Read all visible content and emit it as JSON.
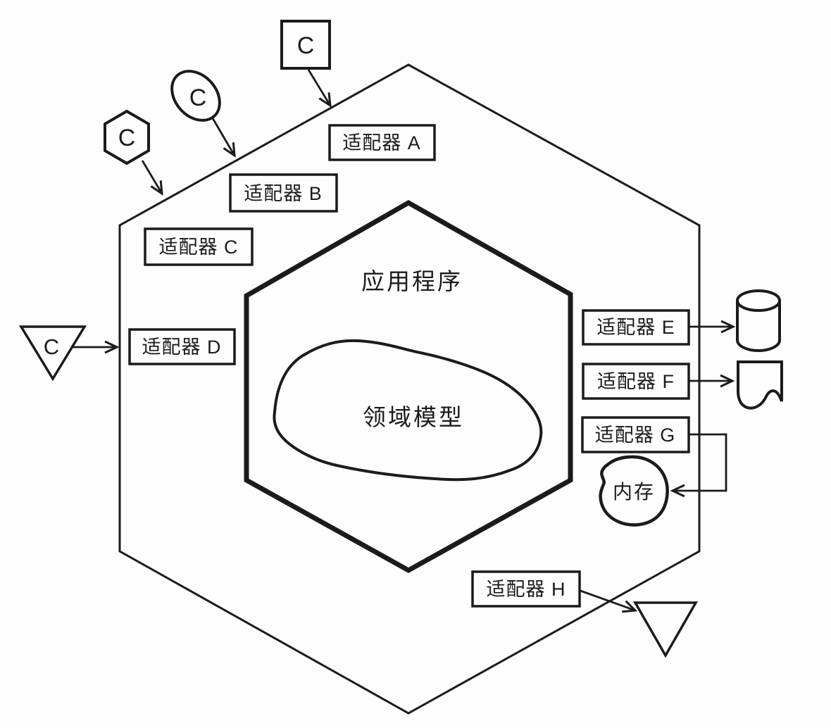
{
  "page": {
    "background": "#fdfdfd",
    "ink": "#1b1b1b"
  },
  "diagram": {
    "inner_hexagon_label": "应用程序",
    "domain_model_label": "领域模型",
    "memory_label": "内存",
    "adapters": [
      {
        "label": "适配器 A"
      },
      {
        "label": "适配器 B"
      },
      {
        "label": "适配器 C"
      },
      {
        "label": "适配器 D"
      },
      {
        "label": "适配器 E"
      },
      {
        "label": "适配器 F"
      },
      {
        "label": "适配器 G"
      },
      {
        "label": "适配器 H"
      }
    ],
    "client_markers": {
      "square": "C",
      "ellipse": "C",
      "hexagon": "C",
      "triangle": "C"
    }
  }
}
